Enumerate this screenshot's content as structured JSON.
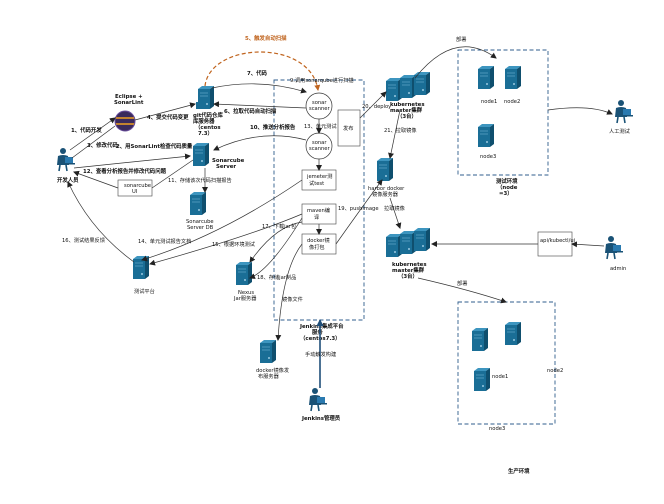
{
  "labels": {
    "l_autoscan": "5、触发自动扫描",
    "l_code": "7、代码",
    "l_trigger_scan": "9.调用sonarqube进行扫描",
    "l_pull_code": "6、拉取代码自动扫描",
    "l_fetch_report": "10、推送分析报告",
    "l_unit_test": "13、单元测试",
    "l_deploy": "20、deploy",
    "l_pull_image": "21、拉取镜像",
    "l_dev": "1、代码开发",
    "l_modify": "3、修改代码",
    "l_submit": "4、提交代码变更",
    "l_view_quality": "2、用SonarLint检查代码质量",
    "l_view_report": "12、查看分析报告并修改代码问题",
    "l_store": "11、存储该次代码扫描报告",
    "l_pull_jar": "17、下载jar包",
    "l_stress": "15、根据环境测试",
    "l_report_doc": "14、单元测试报告文档",
    "l_feedback": "16、测试结果反馈",
    "l_store_jar": "18、存储jar制品",
    "l_push_image": "19、pushimage",
    "l_image_file": "镜像文件",
    "l_manual": "手动触发构建",
    "l_pull_img2": "拉取镜像",
    "l_deploy_test": "部署",
    "l_deploy_prod": "部署",
    "l_publish": "发布",
    "l_k8s_api": "api/kubectl/ui"
  },
  "nodes": {
    "eclipse": "Eclipse +",
    "sonarlint": "SonarLint",
    "dev": "开发人员",
    "gitlab": "git代码仓库",
    "gitlab2": "库服务器",
    "gitlab3": "（centos",
    "gitlab4": "7.3）",
    "sonarqube": "Sonarcube",
    "sonarqube2": "Server",
    "sonarqube_ui": "sonarcube",
    "sonarqube_ui2": "UI",
    "sonar_db": "Sonarcube",
    "sonar_db2": "Server DB",
    "scanner1": "sonar",
    "scanner1b": "scanner",
    "scanner2": "sonar",
    "scanner2b": "scanner",
    "jmeter": "jemeter测",
    "jmeter2": "试test",
    "maven": "maven编",
    "maven2": "译",
    "docker": "docker镜",
    "docker2": "像打包",
    "jenkins_title": "Jenkins集成平台",
    "jenkins_title2": "服务",
    "jenkins_title3": "（centos7.3）",
    "jenkins_admin": "Jenkins管理员",
    "nexus": "Nexus",
    "nexus2": "Jar服务器",
    "harbor": "harbor docker",
    "harbor2": "镜像服务器",
    "docker_reg": "docker镜像发",
    "docker_reg2": "布服务器",
    "test_platform": "测试平台",
    "k8s_top": "kubernetes",
    "k8s_top2": "master集群",
    "k8s_top3": "（3台）",
    "k8s_bottom": "kubernetes",
    "k8s_bottom2": "master集群",
    "k8s_bottom3": "（3台）",
    "node1": "node1",
    "node2": "node2",
    "node3": "node3",
    "test_env": "测试环境",
    "test_env2": "（node",
    "test_env3": "=3）",
    "prod_node1": "node1",
    "prod_node2": "node2",
    "prod_node3": "node3",
    "prod_env": "生产环境",
    "manual_test": "人工测试",
    "admin": "admin"
  },
  "colors": {
    "server": "#1a6e96",
    "server_dark": "#0f4f6e",
    "server_light": "#3d95bf",
    "person": "#1a5276",
    "frame": "#2f5c8c",
    "accent": "#c0641e"
  }
}
